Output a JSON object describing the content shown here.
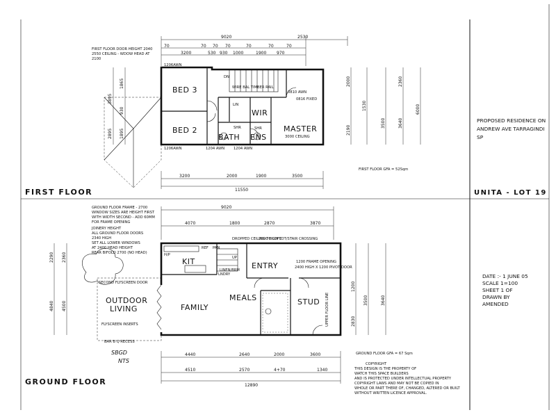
{
  "first_floor": {
    "label": "FIRST FLOOR",
    "notes": [
      "FIRST FLOOR DOOR HEIGHT 2040",
      "2550 CEILING - WDOW HEAD AT",
      "2100"
    ],
    "rooms": {
      "bed3": "BED 3",
      "bed2": "BED 2",
      "bath": "BATH",
      "ens": "ENS",
      "wir": "WIR",
      "master": "MASTER",
      "lin": "LIN",
      "shr1": "SHR",
      "shr2": "SHR",
      "dn": "DN"
    },
    "small": {
      "rail": "WIRE BAL TIMBER RAIL",
      "ceiling": "3000 CEILING",
      "fixed": "0816 FIXED",
      "awn1": "1206AWN",
      "awn2": "1206AWN",
      "awn3": "1204 AWN",
      "awn4": "1204 AWN",
      "awn5": "0810 AWN"
    },
    "gfa": "FIRST FLOOR GFA = 52Sqm",
    "dims_top": [
      "9020",
      "2530"
    ],
    "dims_top2": [
      "3200",
      "530",
      "930",
      "1000",
      "1900",
      "970"
    ],
    "dims_top_ticks": [
      "70",
      "70",
      "70",
      "70",
      "70",
      "70",
      "70"
    ],
    "dims_bottom": [
      "3200",
      "2000",
      "1900",
      "3500"
    ],
    "dims_bottom_total": "11550",
    "dims_left": [
      "3895",
      "1865",
      "930",
      "1895",
      "2895"
    ],
    "dims_right": [
      "2000",
      "1530",
      "2190",
      "3500",
      "2360",
      "3640",
      "6000"
    ]
  },
  "ground_floor": {
    "label": "GROUND FLOOR",
    "notes": [
      "GROUND FLOOR FRAME - 2700",
      "WINDOW SIZES ARE HEIGHT FIRST",
      "WITH WIDTH SECOND - ADD 60MM",
      "FOR FRAME OPENING",
      "JOINERY HEIGHT",
      "ALL GROUND FLOOR DOORS",
      "2340 HIGH",
      "SET ALL LOWER WINDOWS",
      "AT 2400 HEAD HEIGHT",
      "REAR BIFOLD 2700 (NO HEAD)"
    ],
    "rooms": {
      "kit": "KIT",
      "entry": "ENTRY",
      "outdoor1": "OUTDOOR",
      "outdoor2": "LIVING",
      "family": "FAMILY",
      "meals": "MEALS",
      "stud": "STUD",
      "ref": "REF",
      "pan": "PAN",
      "hp": "H/P",
      "up": "UP",
      "lndry": "LNDRY"
    },
    "small": {
      "wall_lot": "2000 HIGH LOT/STAIR CROSSING",
      "frame_opening": "1200 FRAME OPENING",
      "flyscreen": "SECOND FLYSCREEN DOOR",
      "flyscreen2": "FLYSCREEN INSERTS",
      "bbq": "BAR B Q RECESS",
      "upper_floor": "UPPER FLOOR LINE",
      "pivot": "2400 HIGH X 1200 PIVOT DOOR",
      "linen": "LINEN/BRM",
      "dropped": "DROPPED CEILING TO LOFT"
    },
    "gfa": "GROUND FLOOR GFA = 67 Sqm",
    "dims_top": [
      "9020"
    ],
    "dims_top2": [
      "4070",
      "1800",
      "2870",
      "3870"
    ],
    "dims_bottom1": [
      "4440",
      "2640",
      "2000",
      "3600"
    ],
    "dims_bottom2": [
      "4510",
      "2570",
      "4+70",
      "1340"
    ],
    "dims_bottom_total": "12890",
    "dims_left": [
      "2290",
      "2360",
      "4840",
      "4500"
    ],
    "dims_right": [
      "1200",
      "2830",
      "3500",
      "3640"
    ],
    "copyright": [
      "COPYRIGHT",
      "THIS DESIGN IS THE PROPERTY OF",
      "WATCH THIS SPACE BUILDERS",
      "AND IS PROTECTED UNDER INTELLECTUAL PROPERTY",
      "COPYRIGHT LAWS AND MAY NOT BE COPIED IN",
      "WHOLE OR PART THERE OF, CHANGED, ALTERED OR BUILT",
      "WITHOUT WRITTEN LICENCE APPROVAL."
    ],
    "scrawl": [
      "SBGD",
      "NTS"
    ]
  },
  "sidebar": {
    "project": [
      "PROPOSED RESIDENCE ON",
      "ANDREW AVE TARRAGINDI",
      "SP"
    ],
    "unit": "UNITA - LOT 19",
    "info": [
      "DATE :- 1 JUNE 05",
      "SCALE 1=100",
      "SHEET 1 OF",
      "DRAWN BY",
      "AMENDED"
    ]
  }
}
